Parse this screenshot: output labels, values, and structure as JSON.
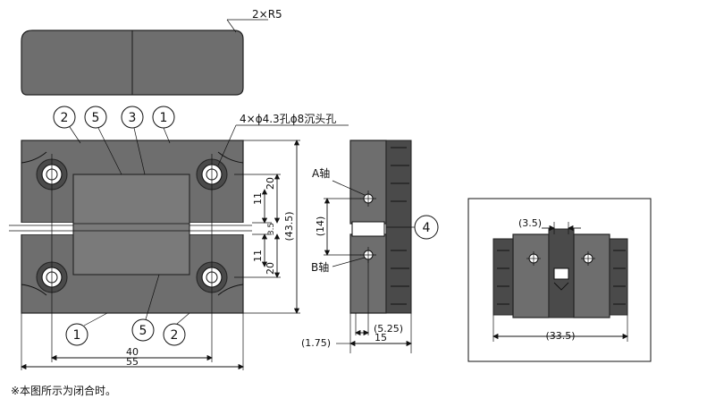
{
  "top_view": {
    "corner_label": "2×R5"
  },
  "front_view": {
    "hole_label": "4×ϕ4.3孔ϕ8沉头孔",
    "callouts_top": [
      "2",
      "5",
      "3",
      "1"
    ],
    "callouts_bottom": [
      "1",
      "5",
      "2"
    ],
    "dims": {
      "right_20_top": "20",
      "right_11_top": "11",
      "gap": "3.5",
      "right_11_bottom": "11",
      "right_20_bottom": "20",
      "overall_height": "(43.5)",
      "width_40": "40",
      "width_55": "55"
    }
  },
  "side_view": {
    "axis_a": "A轴",
    "axis_b": "B轴",
    "axis_spacing": "(14)",
    "callout": "4",
    "dim_525": "(5.25)",
    "dim_175": "(1.75)",
    "dim_15": "15"
  },
  "open_view": {
    "gap_dim": "(3.5)",
    "width_dim": "(33.5)"
  },
  "footnote": "※本图所示为闭合时。"
}
